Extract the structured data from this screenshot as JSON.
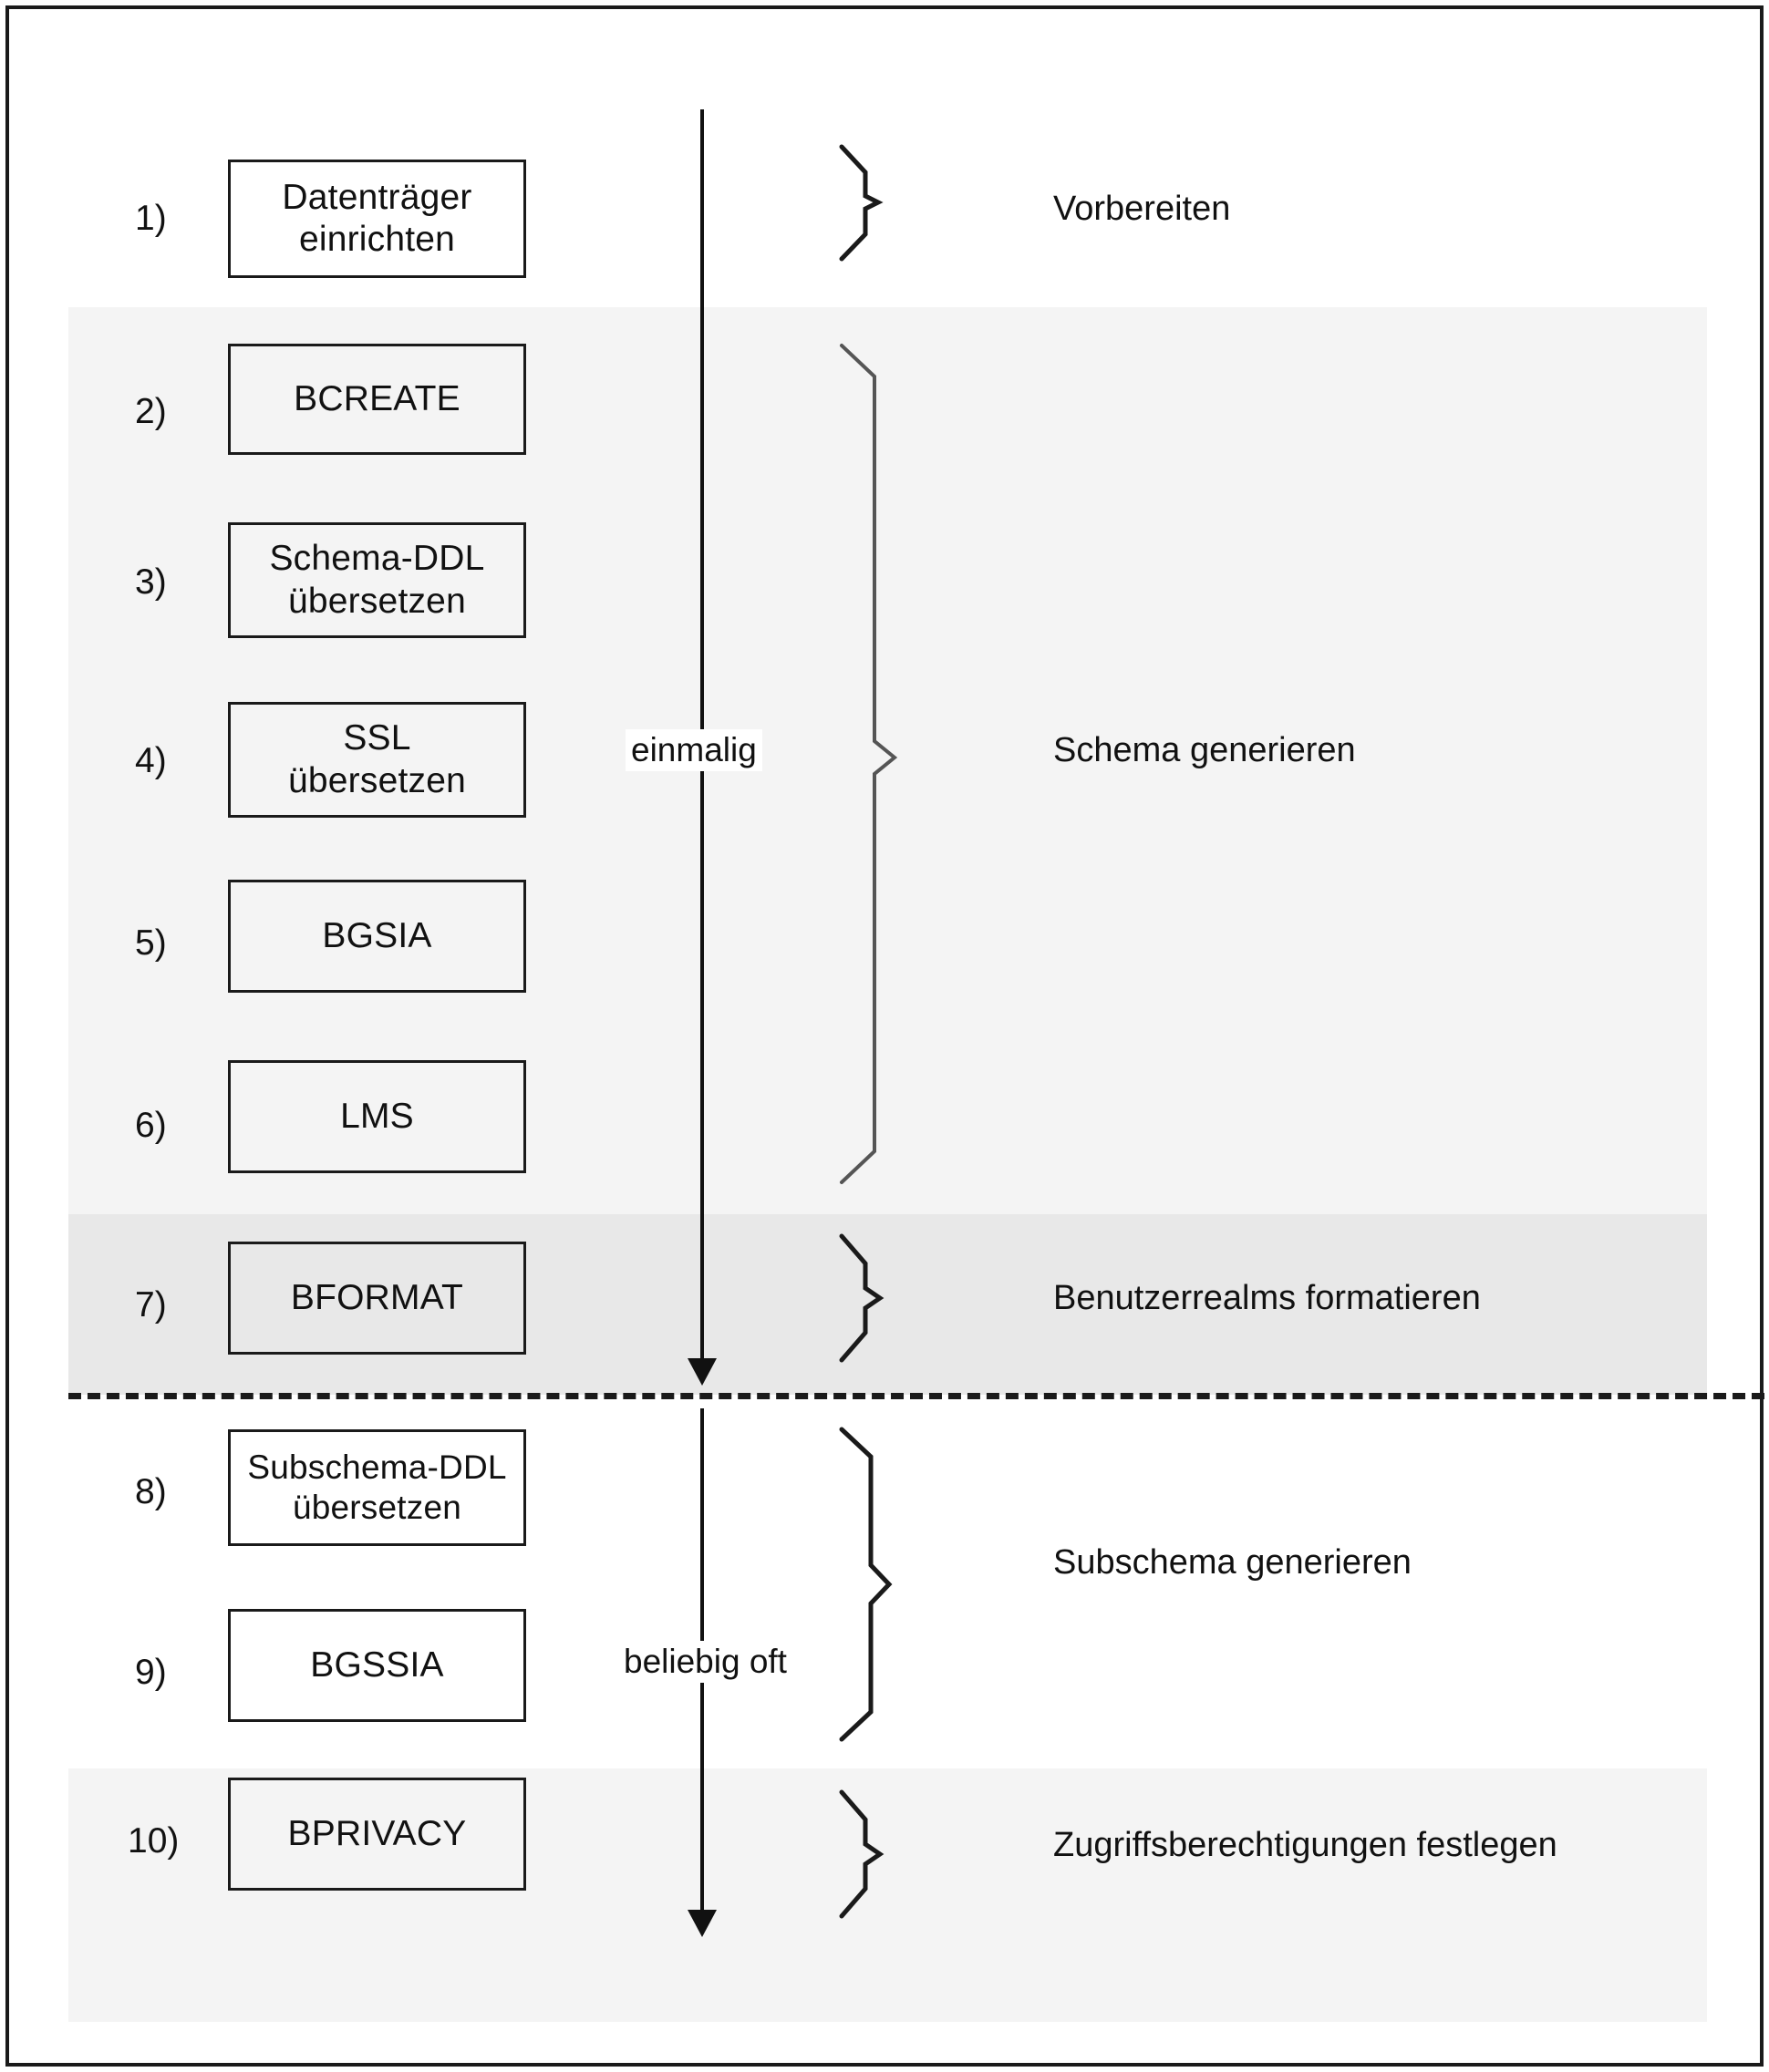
{
  "diagram": {
    "title_text": "",
    "colors": {
      "band_light": "#f4f4f4",
      "band_dark": "#e8e8e8",
      "stroke": "#1a1a1a",
      "text": "#111111",
      "page_background": "#ffffff"
    },
    "steps": [
      {
        "number": "1)",
        "label": "Datenträger\neinrichten",
        "line1": "Datenträger",
        "line2": "einrichten"
      },
      {
        "number": "2)",
        "label": "BCREATE",
        "line1": "BCREATE",
        "line2": ""
      },
      {
        "number": "3)",
        "label": "Schema-DDL\nübersetzen",
        "line1": "Schema-DDL",
        "line2": "übersetzen"
      },
      {
        "number": "4)",
        "label": "SSL\nübersetzen",
        "line1": "SSL",
        "line2": "übersetzen"
      },
      {
        "number": "5)",
        "label": "BGSIA",
        "line1": "BGSIA",
        "line2": ""
      },
      {
        "number": "6)",
        "label": "LMS",
        "line1": "LMS",
        "line2": ""
      },
      {
        "number": "7)",
        "label": "BFORMAT",
        "line1": "BFORMAT",
        "line2": ""
      },
      {
        "number": "8)",
        "label": "Subschema-DDL\nübersetzen",
        "line1": "Subschema-DDL",
        "line2": "übersetzen"
      },
      {
        "number": "9)",
        "label": "BGSSIA",
        "line1": "BGSSIA",
        "line2": ""
      },
      {
        "number": "10)",
        "label": "BPRIVACY",
        "line1": "BPRIVACY",
        "line2": ""
      }
    ],
    "groups": [
      {
        "label": "Vorbereiten",
        "steps": [
          "1)"
        ]
      },
      {
        "label": "Schema generieren",
        "steps": [
          "2)",
          "3)",
          "4)",
          "5)",
          "6)"
        ]
      },
      {
        "label": "Benutzerrealms formatieren",
        "steps": [
          "7)"
        ]
      },
      {
        "label": "Subschema generieren",
        "steps": [
          "8)",
          "9)"
        ]
      },
      {
        "label": "Zugriffsberechtigungen festlegen",
        "steps": [
          "10)"
        ]
      }
    ],
    "flow_labels": [
      {
        "text": "einmalig",
        "applies_to": "steps 1-7"
      },
      {
        "text": "beliebig oft",
        "applies_to": "steps 8-10"
      }
    ]
  }
}
